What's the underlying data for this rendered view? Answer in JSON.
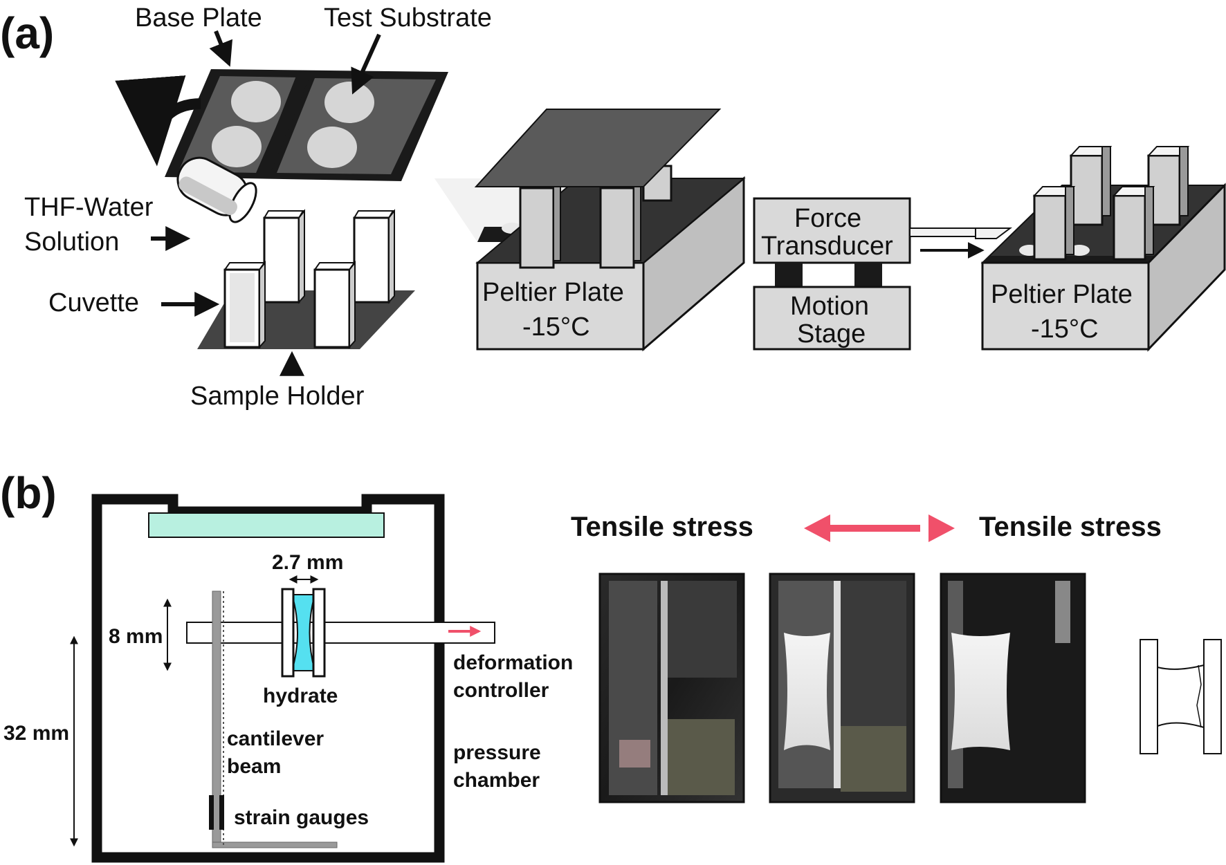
{
  "panel_a": {
    "letter": "(a)",
    "labels": {
      "base_plate": "Base Plate",
      "test_substrate": "Test Substrate",
      "thf_line1": "THF-Water",
      "thf_line2": "Solution",
      "cuvette": "Cuvette",
      "sample_holder": "Sample Holder",
      "peltier1_line1": "Peltier Plate",
      "peltier1_line2": "-15°C",
      "force_line1": "Force",
      "force_line2": "Transducer",
      "motion_line1": "Motion",
      "motion_line2": "Stage",
      "peltier2_line1": "Peltier Plate",
      "peltier2_line2": "-15°C"
    }
  },
  "panel_b": {
    "letter": "(b)",
    "labels": {
      "width_dim": "2.7 mm",
      "height_dim": "8 mm",
      "chamber_dim": "32 mm",
      "hydrate": "hydrate",
      "deform_line1": "deformation",
      "deform_line2": "controller",
      "cantilever_line1": "cantilever",
      "cantilever_line2": "beam",
      "pressure_line1": "pressure",
      "pressure_line2": "chamber",
      "strain": "strain gauges",
      "tensile_left": "Tensile stress",
      "tensile_right": "Tensile stress"
    }
  },
  "colors": {
    "dark_gray": "#555555",
    "light_gray": "#d9d9d9",
    "hydrate_cyan": "#55e0f0",
    "window_mint": "#b8f0e0",
    "arrow_red": "#f0506a"
  }
}
